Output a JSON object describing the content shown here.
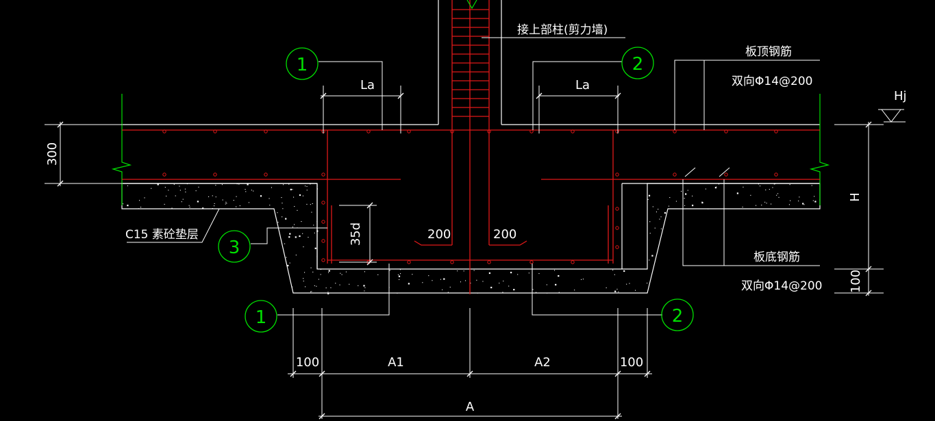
{
  "colors": {
    "background": "#000000",
    "outline": "#ffffff",
    "rebar": "#e01818",
    "bubble": "#00e000",
    "concrete_speckle": "#ffffff"
  },
  "labels": {
    "upper_column": "接上部柱(剪力墙)",
    "top_rebar_title": "板顶钢筋",
    "top_rebar_spec": "双向Φ14@200",
    "bottom_rebar_title": "板底钢筋",
    "bottom_rebar_spec": "双向Φ14@200",
    "cushion": "C15 素砼垫层",
    "elevation": "Hj",
    "hook_left": "200",
    "hook_right": "200",
    "anchor_35d": "35d",
    "la_left": "La",
    "la_right": "La"
  },
  "dimensions": {
    "slab_thickness": "300",
    "height": "H",
    "cushion_thickness": "100",
    "left_offset": "100",
    "right_offset": "100",
    "a1": "A1",
    "a2": "A2",
    "total": "A"
  },
  "bubbles": {
    "b1_top": "1",
    "b2_top": "2",
    "b3": "3",
    "b1_bottom": "1",
    "b2_bottom": "2"
  }
}
